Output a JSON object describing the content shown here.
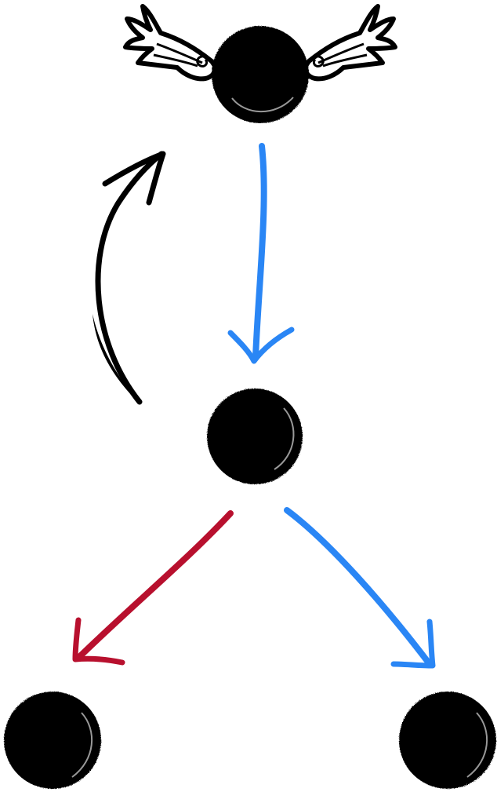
{
  "colors": {
    "node": "#000000",
    "node_highlight": "#ffffff",
    "wing_fill": "#ffffff",
    "wing_stroke": "#000000",
    "arrow_return": "#000000",
    "arrow_blue": "#2a86f5",
    "arrow_red": "#b8102e",
    "background": "#ffffff"
  },
  "icons": {
    "wings": "winged-circle-icon"
  },
  "diagram": {
    "nodes": [
      {
        "id": "top",
        "decoration": "wings"
      },
      {
        "id": "middle",
        "decoration": "none"
      },
      {
        "id": "bottom-left",
        "decoration": "none"
      },
      {
        "id": "bottom-right",
        "decoration": "none"
      }
    ],
    "edges": [
      {
        "from": "top",
        "to": "middle",
        "color": "blue"
      },
      {
        "from": "middle",
        "to": "top",
        "color": "black",
        "style": "curved"
      },
      {
        "from": "middle",
        "to": "bottom-left",
        "color": "red"
      },
      {
        "from": "middle",
        "to": "bottom-right",
        "color": "blue"
      }
    ]
  }
}
